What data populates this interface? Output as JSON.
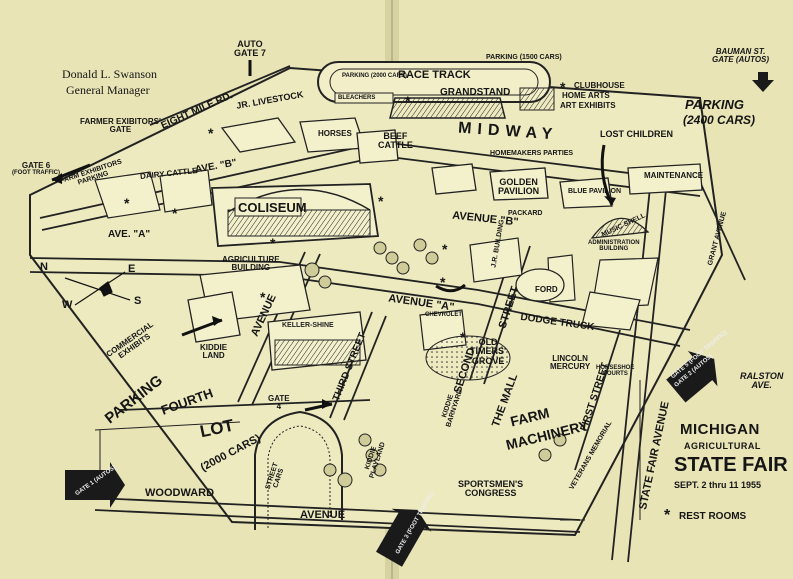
{
  "manager": {
    "name": "Donald L. Swanson",
    "title": "General Manager"
  },
  "gates": {
    "gate7_line1": "AUTO",
    "gate7_line2": "GATE 7",
    "farmer_line1": "FARMER EXIBITORS'",
    "farmer_line2": "GATE",
    "gate6_line1": "GATE 6",
    "gate6_line2": "(FOOT TRAFFIC)",
    "bauman_line1": "BAUMAN ST.",
    "bauman_line2": "GATE (AUTOS)",
    "gate4_line1": "GATE",
    "gate4_line2": "4",
    "gate5_arrow": "GATE 5 (FOOT TRAFFIC)",
    "gate2_arrow": "GATE 2 (AUTOS)",
    "gate3_arrow": "GATE 3 (FOOT TRAFFIC)",
    "gate1_arrow": "GATE 1 (AUTOS)"
  },
  "roads": {
    "eight_mile": "EIGHT MILE RD.",
    "ave_b_left": "AVE. \"B\"",
    "ave_a_left": "AVE. \"A\"",
    "avenue_b": "AVENUE \"B\"",
    "avenue_a": "AVENUE \"A\"",
    "third_street": "THIRD STREET",
    "third_avenue": "AVENUE",
    "fourth": "FOURTH",
    "second": "SECOND",
    "second_street": "STREET",
    "first_street": "FIRST STREET",
    "woodward": "WOODWARD",
    "avenue_bottom": "AVENUE",
    "state_fair_avenue": "STATE FAIR AVENUE",
    "grant_avenue": "GRANT AVENUE",
    "ralston_line1": "RALSTON",
    "ralston_line2": "AVE."
  },
  "landmarks": {
    "race_track": "RACE TRACK",
    "parking_track": "PARKING (1500 CARS)",
    "parking_infield": "PARKING (2000 CARS)",
    "bleachers": "BLEACHERS",
    "grandstand": "GRANDSTAND",
    "clubhouse": "CLUBHOUSE",
    "home_arts": "HOME ARTS",
    "art_exhibits": "ART EXHIBITS",
    "parking_east_line1": "PARKING",
    "parking_east_line2": "(2400 CARS)",
    "jr_livestock": "JR. LIVESTOCK",
    "horses": "HORSES",
    "beef_line1": "BEEF",
    "beef_line2": "CATTLE",
    "midway": "MIDWAY",
    "homemakers": "HOMEMAKERS PARTIES",
    "lost_children": "LOST CHILDREN",
    "farm_exhibitors_line1": "FARM EXHIBITORS",
    "farm_exhibitors_line2": "PARKING",
    "dairy_cattle": "DAIRY CATTLE",
    "coliseum": "COLISEUM",
    "golden_line1": "GOLDEN",
    "golden_line2": "PAVILION",
    "blue_pavilion": "BLUE PAVILION",
    "maintenance": "MAINTENANCE",
    "music_shell": "MUSIC SHELL",
    "admin_line1": "ADMINISTRATION",
    "admin_line2": "BUILDING",
    "packard": "PACKARD",
    "agri_line1": "AGRICULTURE",
    "agri_line2": "BUILDING",
    "commercial_line1": "COMMERCIAL",
    "commercial_line2": "EXHIBITS",
    "kiddie_land_line1": "KIDDIE",
    "kiddie_land_line2": "LAND",
    "parking_west": "PARKING",
    "lot": "LOT",
    "lot_cars": "(2000 CARS)",
    "keller_shine": "KELLER-SHINE",
    "jr_building": "J.R. BUILDING",
    "ford": "FORD",
    "dodge_truck": "DODGE TRUCK",
    "chevrolet": "CHEVROLET",
    "old_timers_line1": "OLD",
    "old_timers_line2": "TIMERS'",
    "old_timers_line3": "GROVE",
    "the_mall": "THE MALL",
    "lincoln_line1": "LINCOLN",
    "lincoln_line2": "MERCURY",
    "horseshoe_line1": "HORSESHOE",
    "horseshoe_line2": "COURTS",
    "farm": "FARM",
    "machinery": "MACHINERY",
    "kiddie_barnyard_line1": "KIDDIE",
    "kiddie_barnyard_line2": "BARNYARD",
    "kiddie_playland_line1": "KIDDIE",
    "kiddie_playland_line2": "PLAYLAND",
    "sportsmens_line1": "SPORTSMEN'S",
    "sportsmens_line2": "CONGRESS",
    "veterans": "VETERANS MEMORIAL",
    "street_cars_line1": "STREET",
    "street_cars_line2": "CARS"
  },
  "title": {
    "line1": "MICHIGAN",
    "line2": "AGRICULTURAL",
    "line3": "STATE FAIR",
    "dates": "SEPT. 2 thru 11 1955"
  },
  "legend": {
    "symbol": "*",
    "text": "REST ROOMS"
  },
  "compass": {
    "north": "N",
    "east": "E",
    "south": "S",
    "west": "W"
  },
  "colors": {
    "paper": "#e8e4b6",
    "ink": "#161616",
    "fold": "#b8b48c"
  }
}
